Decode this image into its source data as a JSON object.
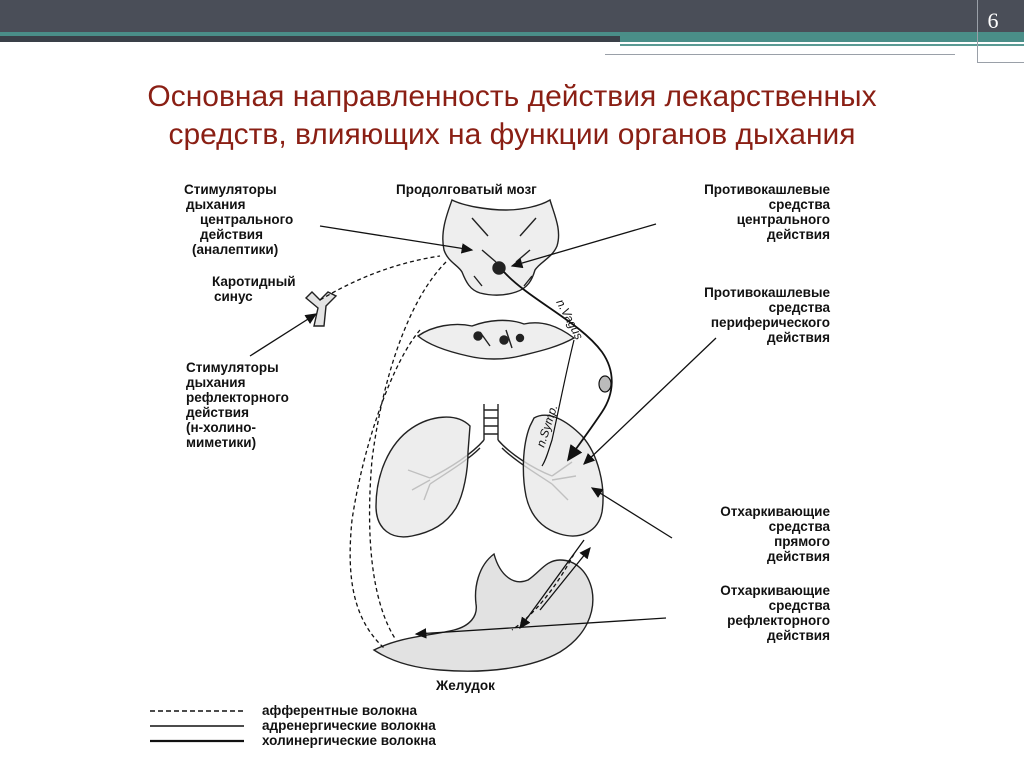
{
  "slide": {
    "number": "6",
    "title_line1": "Основная направленность действия лекарственных",
    "title_line2": "средств, влияющих на функции органов дыхания"
  },
  "diagram": {
    "label_medulla": "Продолговатый мозг",
    "label_stim_central": [
      "Стимуляторы",
      "дыхания",
      "центрального",
      "действия",
      "(аналептики)"
    ],
    "label_carotid": [
      "Каротидный",
      "синус"
    ],
    "label_stim_reflex": [
      "Стимуляторы",
      "дыхания",
      "рефлекторного",
      "действия",
      "(н-холино-",
      "миметики)"
    ],
    "label_antitussive_central": [
      "Противокашлевые",
      "средства",
      "центрального",
      "действия"
    ],
    "label_antitussive_peripheral": [
      "Противокашлевые",
      "средства",
      "периферического",
      "действия"
    ],
    "label_expectorant_direct": [
      "Отхаркивающие",
      "средства",
      "прямого",
      "действия"
    ],
    "label_expectorant_reflex": [
      "Отхаркивающие",
      "средства",
      "рефлекторного",
      "действия"
    ],
    "label_stomach": "Желудок",
    "label_vagus": "n.Vagus",
    "label_symp": "n.Symp.",
    "legend": [
      {
        "style": "dashed",
        "label": "афферентные волокна"
      },
      {
        "style": "solid",
        "label": "адренергические волокна"
      },
      {
        "style": "solid",
        "label": "холинергические волокна"
      }
    ]
  },
  "colors": {
    "title": "#8a1f14",
    "header_bar": "#4a4e58",
    "accent_stripe": "#4a8e88"
  }
}
